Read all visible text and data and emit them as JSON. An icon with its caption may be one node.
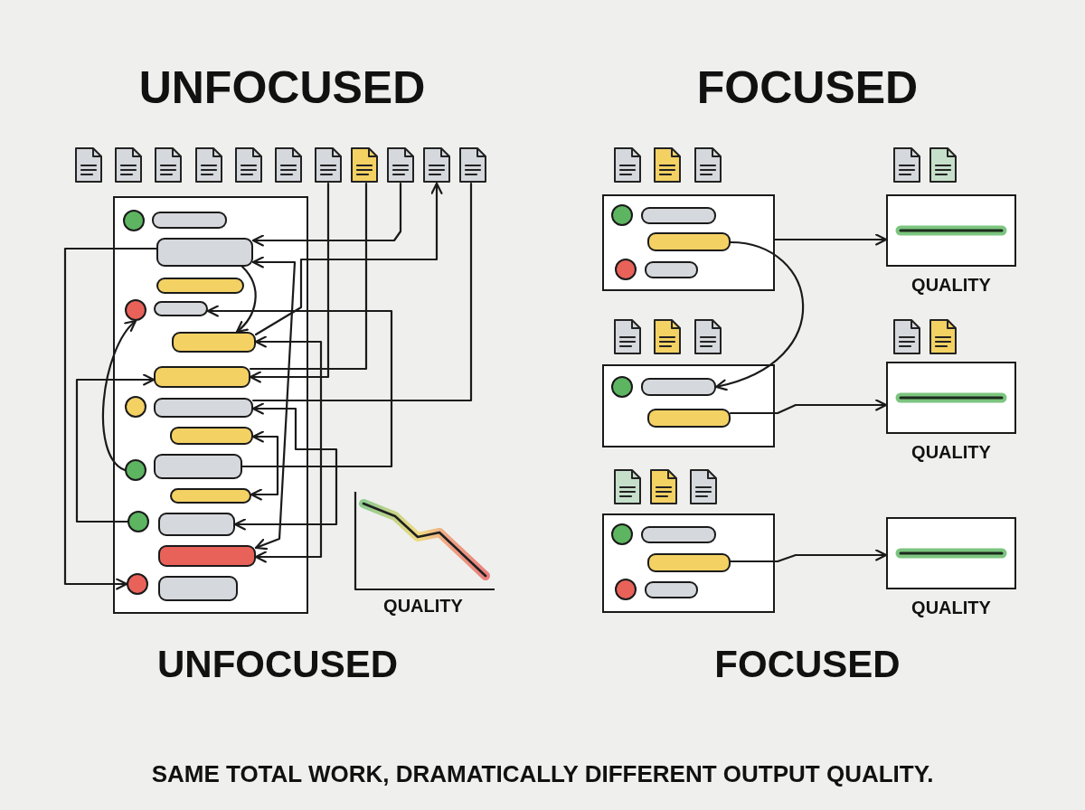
{
  "diagram": {
    "caption": "SAME TOTAL WORK, DRAMATICALLY DIFFERENT OUTPUT QUALITY.",
    "nodes": [
      {
        "text": [],
        "shape": "document"
      },
      {
        "text": [],
        "shape": "document"
      },
      {
        "text": [],
        "shape": "document"
      },
      {
        "text": [],
        "shape": "document"
      },
      {
        "text": [],
        "shape": "document"
      },
      {
        "text": [],
        "shape": "document"
      },
      {
        "text": [],
        "shape": "document"
      },
      {
        "text": [],
        "shape": "document"
      },
      {
        "text": [],
        "shape": "document"
      },
      {
        "text": [],
        "shape": "document"
      },
      {
        "text": [],
        "shape": "document"
      },
      {
        "text": [],
        "shape": "box"
      },
      {
        "text": [],
        "shape": "circle",
        "in": 11
      },
      {
        "text": [],
        "shape": "bar",
        "in": 11
      },
      {
        "text": [],
        "shape": "bar",
        "in": 11
      },
      {
        "text": [],
        "shape": "bar",
        "in": 11
      },
      {
        "text": [],
        "shape": "circle",
        "in": 11
      },
      {
        "text": [],
        "shape": "bar",
        "in": 11
      },
      {
        "text": [],
        "shape": "bar",
        "in": 11
      },
      {
        "text": [],
        "shape": "bar",
        "in": 11
      },
      {
        "text": [],
        "shape": "circle",
        "in": 11
      },
      {
        "text": [],
        "shape": "bar",
        "in": 11
      },
      {
        "text": [],
        "shape": "bar",
        "in": 11
      },
      {
        "text": [],
        "shape": "circle",
        "in": 11
      },
      {
        "text": [],
        "shape": "bar",
        "in": 11
      },
      {
        "text": [],
        "shape": "bar",
        "in": 11
      },
      {
        "text": [],
        "shape": "circle",
        "in": 11
      },
      {
        "text": [],
        "shape": "bar",
        "in": 11
      },
      {
        "text": [],
        "shape": "bar",
        "in": 11
      },
      {
        "text": [],
        "shape": "circle",
        "in": 11
      },
      {
        "text": [],
        "shape": "bar",
        "in": 11
      },
      {
        "text": [],
        "shape": "document"
      },
      {
        "text": [],
        "shape": "document"
      },
      {
        "text": [],
        "shape": "document"
      },
      {
        "text": [],
        "shape": "document"
      },
      {
        "text": [],
        "shape": "document"
      },
      {
        "text": [],
        "shape": "box"
      },
      {
        "text": [],
        "shape": "circle",
        "in": 36
      },
      {
        "text": [],
        "shape": "bar",
        "in": 36
      },
      {
        "text": [],
        "shape": "bar",
        "in": 36
      },
      {
        "text": [],
        "shape": "circle",
        "in": 36
      },
      {
        "text": [],
        "shape": "bar",
        "in": 36
      },
      {
        "text": [
          "QUALITY"
        ]
      },
      {
        "text": [],
        "shape": "document"
      },
      {
        "text": [],
        "shape": "document"
      },
      {
        "text": [],
        "shape": "document"
      },
      {
        "text": [],
        "shape": "document"
      },
      {
        "text": [],
        "shape": "document"
      },
      {
        "text": [],
        "shape": "box"
      },
      {
        "text": [],
        "shape": "circle",
        "in": 48
      },
      {
        "text": [],
        "shape": "bar",
        "in": 48
      },
      {
        "text": [],
        "shape": "bar",
        "in": 48
      },
      {
        "text": [
          "QUALITY"
        ]
      },
      {
        "text": [],
        "shape": "document"
      },
      {
        "text": [],
        "shape": "document"
      },
      {
        "text": [],
        "shape": "document"
      },
      {
        "text": [],
        "shape": "box"
      },
      {
        "text": [],
        "shape": "circle",
        "in": 56
      },
      {
        "text": [],
        "shape": "bar",
        "in": 56
      },
      {
        "text": [],
        "shape": "bar",
        "in": 56
      },
      {
        "text": [],
        "shape": "circle",
        "in": 56
      },
      {
        "text": [],
        "shape": "bar",
        "in": 56
      },
      {
        "text": [
          "QUALITY"
        ]
      }
    ],
    "edges": [
      {
        "from": 8,
        "to": 14,
        "arrow": "to"
      },
      {
        "from": 18,
        "to": 9,
        "arrow": "to"
      },
      {
        "from": 14,
        "to": 28,
        "arrow": "both"
      },
      {
        "from": 14,
        "to": 18,
        "arrow": "to"
      },
      {
        "from": 6,
        "to": 19,
        "arrow": "to"
      },
      {
        "from": 7,
        "to": 19,
        "arrow": "none"
      },
      {
        "from": 10,
        "to": 21,
        "arrow": "none"
      },
      {
        "from": 18,
        "to": 28,
        "arrow": "both"
      },
      {
        "from": 22,
        "to": 25,
        "arrow": "both"
      },
      {
        "from": 21,
        "to": 27,
        "arrow": "both"
      },
      {
        "from": 24,
        "to": 17,
        "arrow": "to"
      },
      {
        "from": 14,
        "to": 29,
        "arrow": "to"
      },
      {
        "from": 26,
        "to": 19,
        "arrow": "to"
      },
      {
        "from": 23,
        "to": 16,
        "arrow": "to"
      },
      {
        "from": 36,
        "to": 42,
        "arrow": "to"
      },
      {
        "from": 39,
        "to": 50,
        "arrow": "to"
      },
      {
        "from": 51,
        "to": 52,
        "arrow": "to"
      },
      {
        "from": 59,
        "to": 62,
        "arrow": "to"
      }
    ],
    "labels": [
      "UNFOCUSED",
      "FOCUSED",
      "QUALITY",
      "UNFOCUSED",
      "FOCUSED"
    ]
  }
}
